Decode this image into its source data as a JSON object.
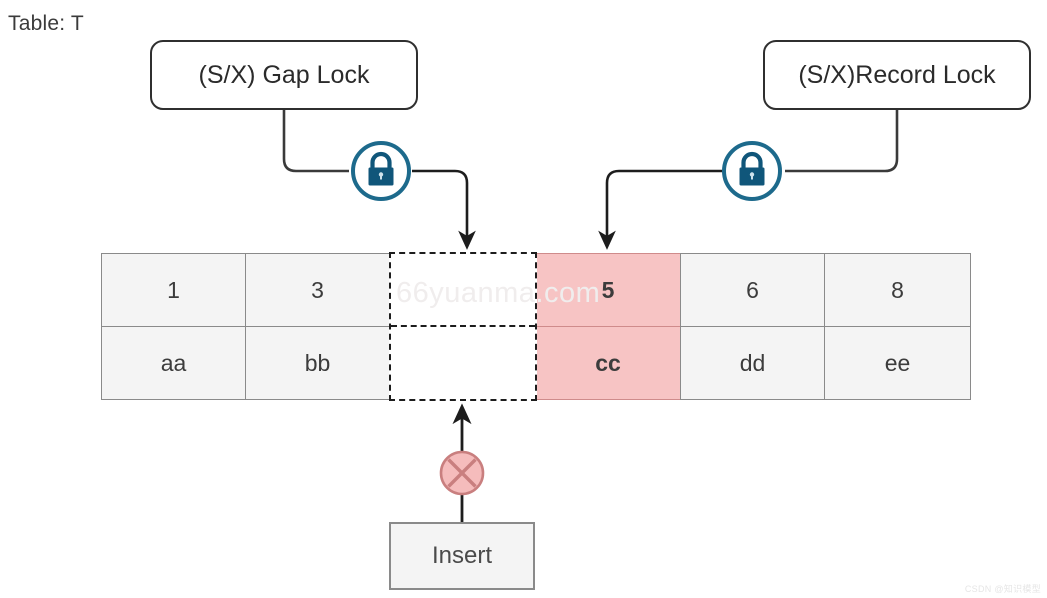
{
  "diagram": {
    "caption": "Table: T",
    "lock_boxes": [
      {
        "id": "gap",
        "label": "(S/X) Gap Lock"
      },
      {
        "id": "record",
        "label": "(S/X)Record Lock"
      }
    ],
    "lock_icons": [
      {
        "id": "gap-lock-icon",
        "name": "lock-icon"
      },
      {
        "id": "record-lock-icon",
        "name": "lock-icon"
      }
    ],
    "insert": {
      "label": "Insert"
    },
    "blocked_marker": {
      "name": "blocked-circle-x-icon"
    }
  },
  "table": {
    "columns": [
      {
        "key": "1",
        "value": "aa",
        "state": "normal"
      },
      {
        "key": "3",
        "value": "bb",
        "state": "normal"
      },
      {
        "key": "",
        "value": "",
        "state": "gap"
      },
      {
        "key": "5",
        "value": "cc",
        "state": "highlight"
      },
      {
        "key": "6",
        "value": "dd",
        "state": "normal"
      },
      {
        "key": "8",
        "value": "ee",
        "state": "normal"
      }
    ]
  },
  "watermarks": {
    "main": "66yuanma.com",
    "corner": "CSDN @知识模型"
  },
  "colors": {
    "lock_teal": "#10567a",
    "lock_ring": "#1d6a8c",
    "highlight_fill": "#f7c4c4",
    "highlight_border": "#cf8b8b",
    "cell_fill": "#f4f4f4",
    "cell_border": "#8a8a8a",
    "connector": "#1d1d1d",
    "blocked_fill": "#f5bcbc",
    "blocked_stroke": "#c97f7f"
  }
}
